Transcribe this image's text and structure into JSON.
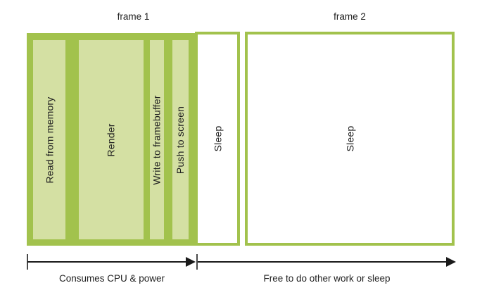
{
  "colors": {
    "accent_green": "#A2C24D",
    "light_green": "#D4E0A3",
    "text": "#212121",
    "arrow": "#1A1A1A",
    "background": "#FFFFFF"
  },
  "frame1": {
    "label": "frame 1",
    "stages": [
      {
        "label": "Read from memory"
      },
      {
        "label": "Render"
      },
      {
        "label": "Write to framebuffer"
      },
      {
        "label": "Push to screen"
      }
    ],
    "sleep_label": "Sleep",
    "arrow_caption": "Consumes CPU & power"
  },
  "frame2": {
    "label": "frame 2",
    "sleep_label": "Sleep",
    "arrow_caption": "Free to do other work or sleep"
  }
}
